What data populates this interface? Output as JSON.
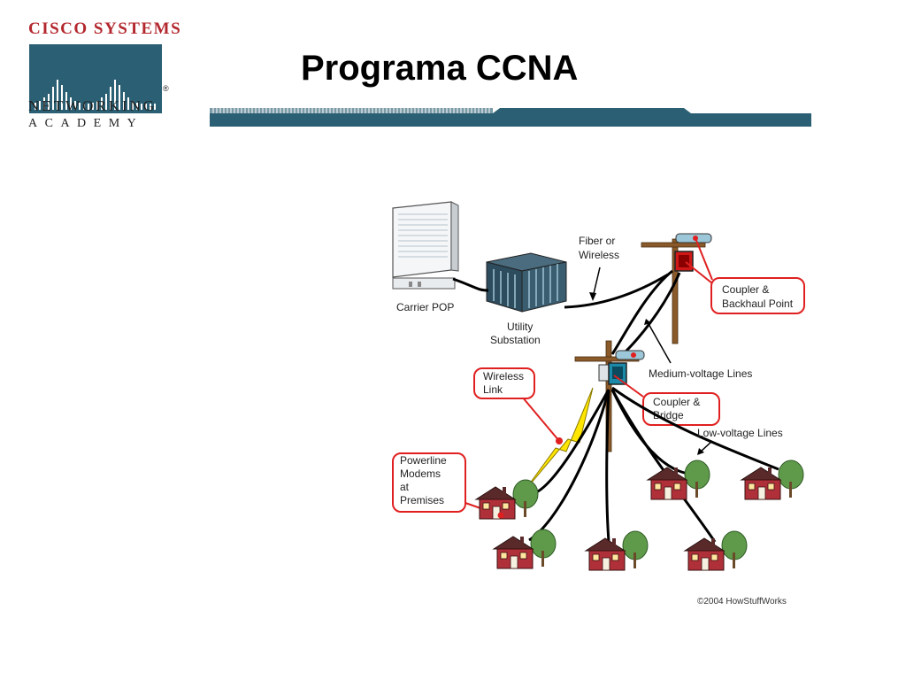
{
  "logo": {
    "top_text": "Cisco Systems",
    "middle_text": "Networking",
    "bottom_text": "Academy",
    "registered_mark": "®",
    "brand_red": "#b3282e",
    "brand_teal": "#2b5f73"
  },
  "slide": {
    "title": "Programa CCNA",
    "rule_color": "#2b5f73"
  },
  "diagram": {
    "labels": {
      "carrier_pop": "Carrier POP",
      "utility_substation_1": "Utility",
      "utility_substation_2": "Substation",
      "fiber_or_wireless_1": "Fiber or",
      "fiber_or_wireless_2": "Wireless",
      "coupler_backhaul_1": "Coupler &",
      "coupler_backhaul_2": "Backhaul Point",
      "medium_voltage": "Medium-voltage Lines",
      "wireless_link_1": "Wireless",
      "wireless_link_2": "Link",
      "coupler_bridge_1": "Coupler &",
      "coupler_bridge_2": "Bridge",
      "low_voltage": "Low-voltage Lines",
      "powerline_modems_1": "Powerline",
      "powerline_modems_2": "Modems",
      "powerline_modems_3": "at",
      "powerline_modems_4": "Premises",
      "copyright": "©2004 HowStuffWorks"
    },
    "callout_color": "#e02020",
    "house_color": "#b0303a"
  }
}
